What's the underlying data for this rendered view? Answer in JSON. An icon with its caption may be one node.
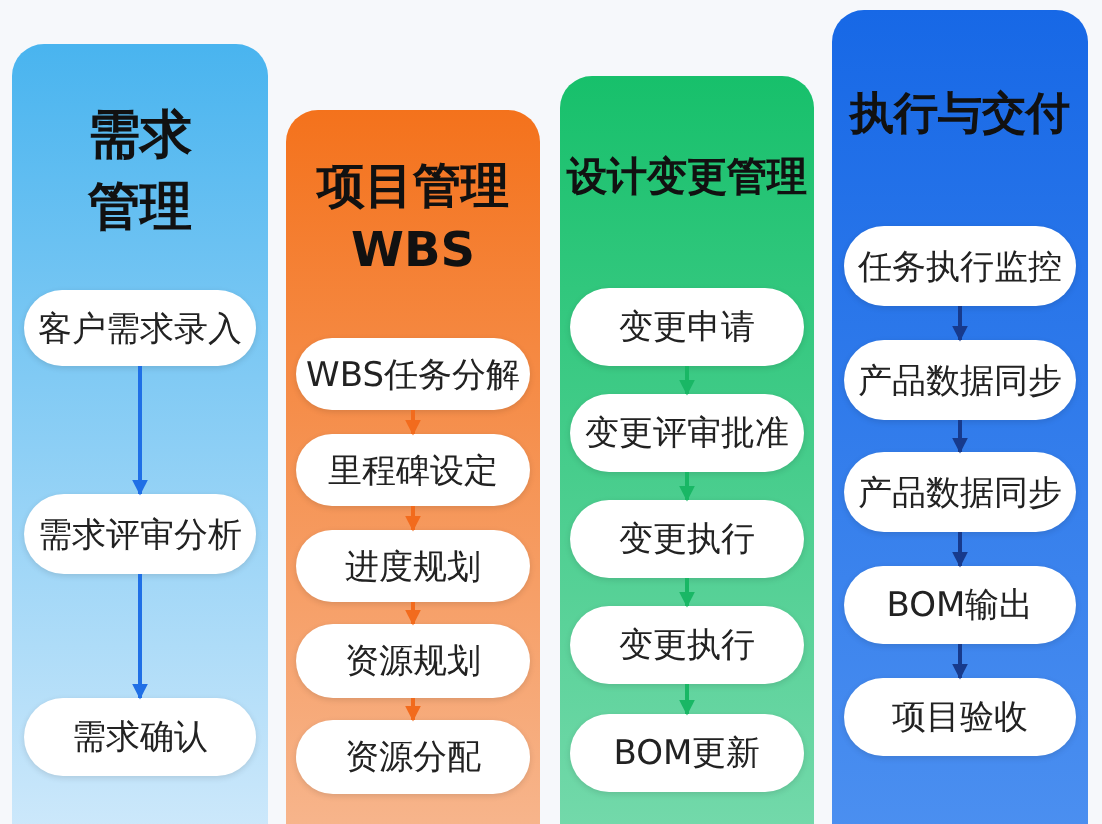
{
  "diagram": {
    "nodes": [
      {
        "text": [
          "需求管理"
        ]
      },
      {
        "text": [
          "客户需求录入"
        ],
        "in": 0
      },
      {
        "text": [
          "需求评审分析"
        ],
        "in": 0
      },
      {
        "text": [
          "需求确认"
        ],
        "in": 0
      },
      {
        "text": [
          "项目管理WBS"
        ]
      },
      {
        "text": [
          "WBS任务分解"
        ],
        "in": 4
      },
      {
        "text": [
          "里程碑设定"
        ],
        "in": 4
      },
      {
        "text": [
          "进度规划"
        ],
        "in": 4
      },
      {
        "text": [
          "资源规划"
        ],
        "in": 4
      },
      {
        "text": [
          "资源分配"
        ],
        "in": 4
      },
      {
        "text": [
          "设计变更管理"
        ]
      },
      {
        "text": [
          "变更申请"
        ],
        "in": 10
      },
      {
        "text": [
          "变更评审批准"
        ],
        "in": 10
      },
      {
        "text": [
          "变更执行"
        ],
        "in": 10
      },
      {
        "text": [
          "变更执行"
        ],
        "in": 10
      },
      {
        "text": [
          "BOM更新"
        ],
        "in": 10
      },
      {
        "text": [
          "执行与交付"
        ]
      },
      {
        "text": [
          "任务执行监控"
        ],
        "in": 16
      },
      {
        "text": [
          "产品数据同步"
        ],
        "in": 16
      },
      {
        "text": [
          "产品数据同步"
        ],
        "in": 16
      },
      {
        "text": [
          "BOM输出"
        ],
        "in": 16
      },
      {
        "text": [
          "项目验收"
        ],
        "in": 16
      }
    ],
    "edges": [
      {
        "from": 1,
        "to": 2,
        "arrow": "to",
        "color": "#1f6fe6"
      },
      {
        "from": 2,
        "to": 3,
        "arrow": "to",
        "color": "#1f6fe6"
      },
      {
        "from": 5,
        "to": 6,
        "arrow": "to",
        "color": "#f26b1d"
      },
      {
        "from": 6,
        "to": 7,
        "arrow": "to",
        "color": "#f26b1d"
      },
      {
        "from": 7,
        "to": 8,
        "arrow": "to",
        "color": "#f26b1d"
      },
      {
        "from": 8,
        "to": 9,
        "arrow": "to",
        "color": "#f26b1d"
      },
      {
        "from": 11,
        "to": 12,
        "arrow": "to",
        "color": "#19b765"
      },
      {
        "from": 12,
        "to": 13,
        "arrow": "to",
        "color": "#19b765"
      },
      {
        "from": 13,
        "to": 14,
        "arrow": "to",
        "color": "#19b765"
      },
      {
        "from": 14,
        "to": 15,
        "arrow": "to",
        "color": "#19b765"
      },
      {
        "from": 17,
        "to": 18,
        "arrow": "to",
        "color": "#173a8c"
      },
      {
        "from": 18,
        "to": 19,
        "arrow": "to",
        "color": "#173a8c"
      },
      {
        "from": 19,
        "to": 20,
        "arrow": "to",
        "color": "#173a8c"
      },
      {
        "from": 20,
        "to": 21,
        "arrow": "to",
        "color": "#173a8c"
      }
    ]
  }
}
